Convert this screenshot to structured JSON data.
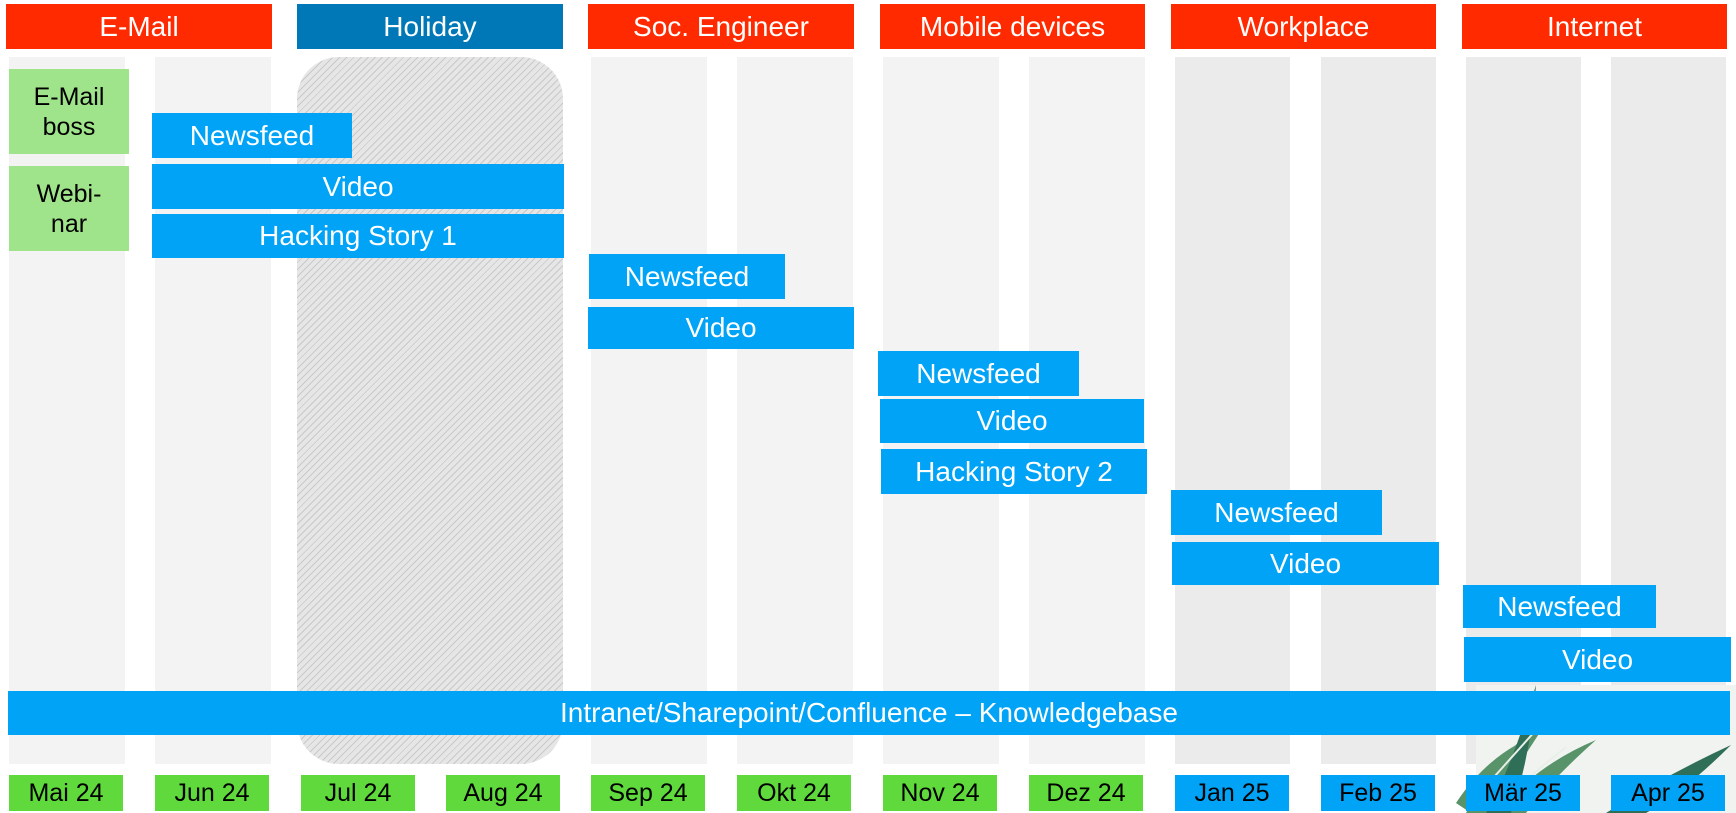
{
  "headers": [
    {
      "label": "E-Mail",
      "color": "#ff2a00"
    },
    {
      "label": "Holiday",
      "color": "#0078b7"
    },
    {
      "label": "Soc. Engineer",
      "color": "#ff2a00"
    },
    {
      "label": "Mobile devices",
      "color": "#ff2a00"
    },
    {
      "label": "Workplace",
      "color": "#ff2a00"
    },
    {
      "label": "Internet",
      "color": "#ff2a00"
    }
  ],
  "green_boxes": [
    {
      "line1": "E-Mail",
      "line2": "boss"
    },
    {
      "line1": "Webi-",
      "line2": "nar"
    }
  ],
  "activities": [
    {
      "label": "Newsfeed"
    },
    {
      "label": "Video"
    },
    {
      "label": "Hacking Story 1"
    },
    {
      "label": "Newsfeed"
    },
    {
      "label": "Video"
    },
    {
      "label": "Newsfeed"
    },
    {
      "label": "Video"
    },
    {
      "label": "Hacking Story 2"
    },
    {
      "label": "Newsfeed"
    },
    {
      "label": "Video"
    },
    {
      "label": "Newsfeed"
    },
    {
      "label": "Video"
    }
  ],
  "knowledgebase": {
    "label": "Intranet/Sharepoint/Confluence – Knowledgebase"
  },
  "months": [
    {
      "label": "Mai 24"
    },
    {
      "label": "Jun 24"
    },
    {
      "label": "Jul 24"
    },
    {
      "label": "Aug 24"
    },
    {
      "label": "Sep 24"
    },
    {
      "label": "Okt 24"
    },
    {
      "label": "Nov 24"
    },
    {
      "label": "Dez 24"
    },
    {
      "label": "Jan 25"
    },
    {
      "label": "Feb 25"
    },
    {
      "label": "Mär 25"
    },
    {
      "label": "Apr 25"
    }
  ],
  "colors": {
    "topic_header": "#ff2a00",
    "holiday_header": "#0078b7",
    "activity_bar": "#00a3f5",
    "month_2024": "#5fd93c",
    "month_2025": "#00a3f5",
    "green_box": "#9fe38a"
  },
  "decoration": {
    "icon": "plant-leaves-icon"
  }
}
